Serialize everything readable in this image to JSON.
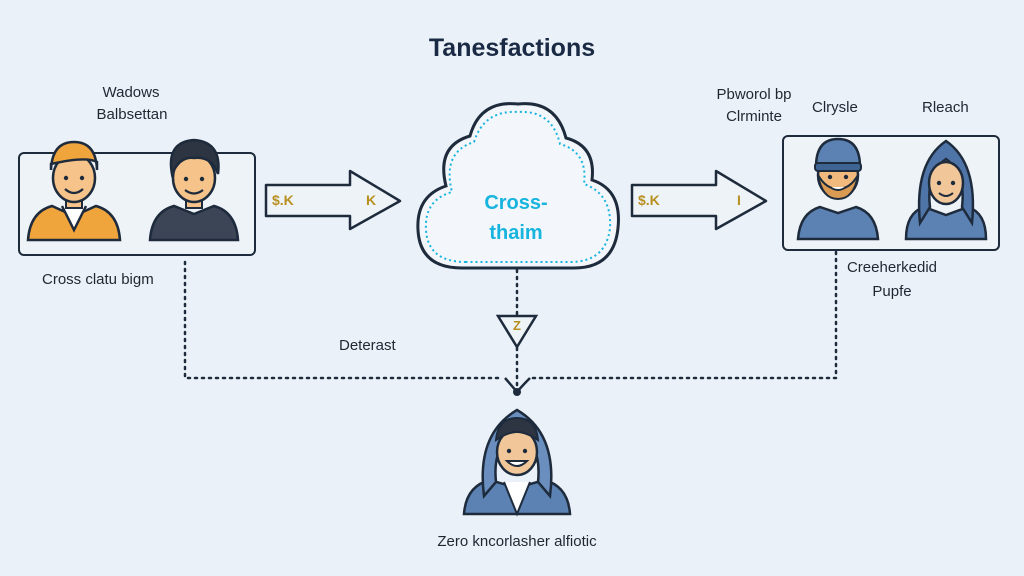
{
  "title": "Tanesfactions",
  "left_group": {
    "label_line1": "Wadows",
    "label_line2": "Balbsettan",
    "caption": "Cross clatu bigm"
  },
  "left_arrow": {
    "left_text": "$.K",
    "right_text": "K"
  },
  "cloud": {
    "line1": "Cross-",
    "line2": "thaim"
  },
  "right_arrow": {
    "left_text": "$.K",
    "right_text": "I"
  },
  "right_group": {
    "label_line1": "Pbworol bp",
    "label_line2": "Clrminte",
    "person1_name": "Clrysle",
    "person2_name": "Rleach",
    "caption_line1": "Creeherkedid",
    "caption_line2": "Pupfe"
  },
  "down_marker": {
    "text": "Z"
  },
  "deterast_label": "Deterast",
  "bottom_caption": "Zero kncorlasher alfiotic",
  "colors": {
    "background": "#eaf1f8",
    "outline": "#1e2b3c",
    "cloud_text": "#16b4de",
    "arrow_text": "#b89020",
    "orange_person": "#f0a43c",
    "blue_person": "#5b82b3"
  }
}
